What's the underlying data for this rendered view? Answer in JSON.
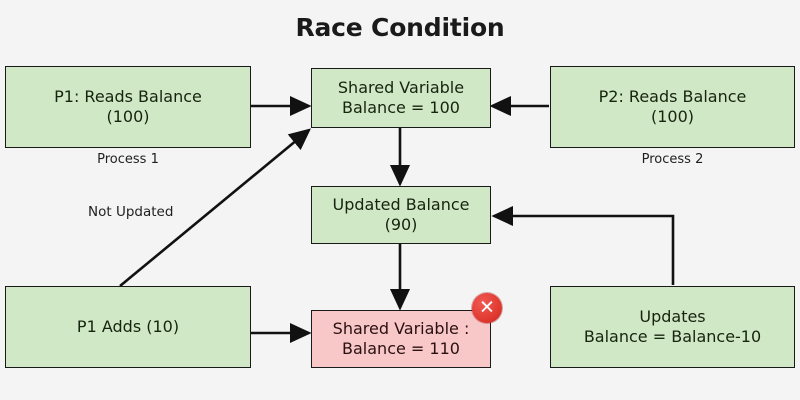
{
  "diagram": {
    "title": "Race Condition",
    "background_color": "#f4f4f4",
    "node_fill_green": "#d0e8c5",
    "node_fill_pink": "#f8c8c8",
    "node_stroke": "#1a1a1a",
    "error_badge_color": "#e23b32"
  },
  "nodes": {
    "p1_read": {
      "text": "P1: Reads Balance\n(100)"
    },
    "shared_top": {
      "text": "Shared Variable\nBalance  = 100"
    },
    "p2_read": {
      "text": "P2: Reads Balance\n(100)"
    },
    "updated_balance": {
      "text": "Updated Balance\n(90)"
    },
    "p1_adds": {
      "text": "P1 Adds (10)"
    },
    "shared_bottom": {
      "text": "Shared Variable :\nBalance = 110"
    },
    "updates": {
      "text": "Updates\nBalance = Balance-10"
    }
  },
  "captions": {
    "process1": "Process 1",
    "process2": "Process 2"
  },
  "edge_labels": {
    "not_updated": "Not Updated"
  },
  "icons": {
    "error_glyph": "✕"
  }
}
